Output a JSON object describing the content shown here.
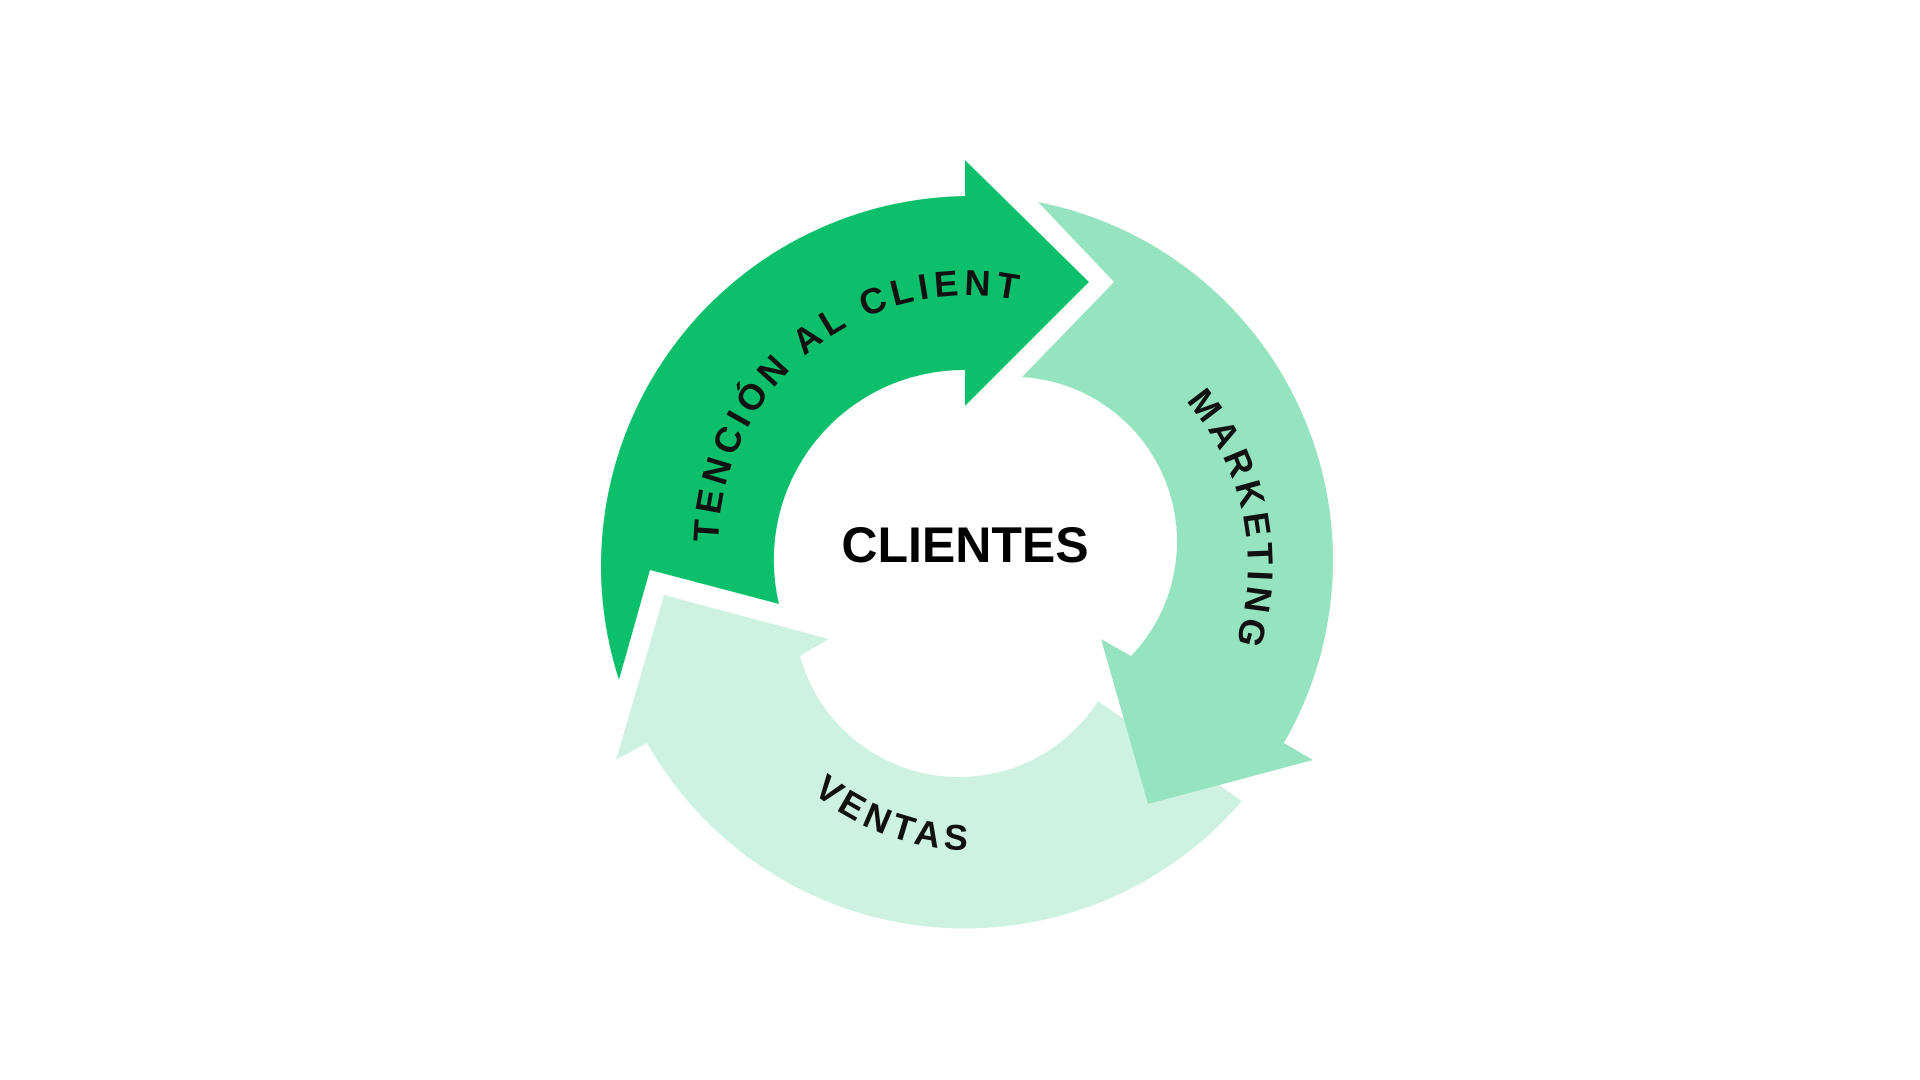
{
  "diagram": {
    "center_label": "CLIENTES",
    "segments": [
      {
        "label": "ATENCIÓN AL CLIENTE",
        "color": "#0BBF6B"
      },
      {
        "label": "MARKETING",
        "color": "#95E4BF"
      },
      {
        "label": "VENTAS",
        "color": "#CEF2E1"
      }
    ],
    "background_color": "#FFFFFF",
    "text_color": "#111111"
  }
}
